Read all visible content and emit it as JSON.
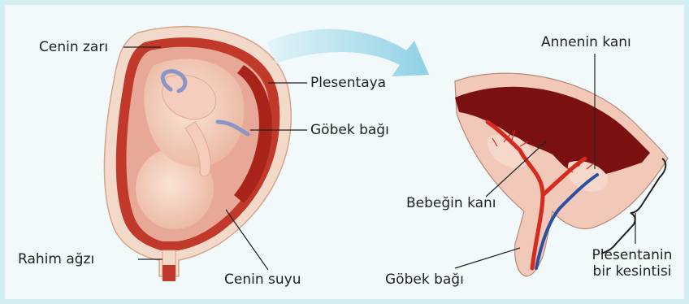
{
  "labels": {
    "cenin_zari": "Cenin zarı",
    "plesentaya": "Plesentaya",
    "gobek_bagi_left": "Göbek bağı",
    "rahim_agzi": "Rahim ağzı",
    "cenin_suyu": "Cenin suyu",
    "annenin_kani": "Annenin kanı",
    "bebegin_kani": "Bebeğin kanı",
    "gobek_bagi_right": "Göbek bağı",
    "plesentanin_line1": "Plesentanin",
    "plesentanin_line2": "bir kesintisi"
  },
  "colors": {
    "frame": "#d3eef1",
    "background": "#f1f9fb",
    "uterus_wall": "#c0392b",
    "uterus_outer": "#f3d9c9",
    "placenta_dark": "#7a1010",
    "tissue_pink": "#f2c8b8",
    "artery": "#d62a1e",
    "vein": "#2c4fa0",
    "arrow": "#9fd8e8"
  },
  "icons": {
    "arrow": "curved-arrow-icon"
  }
}
